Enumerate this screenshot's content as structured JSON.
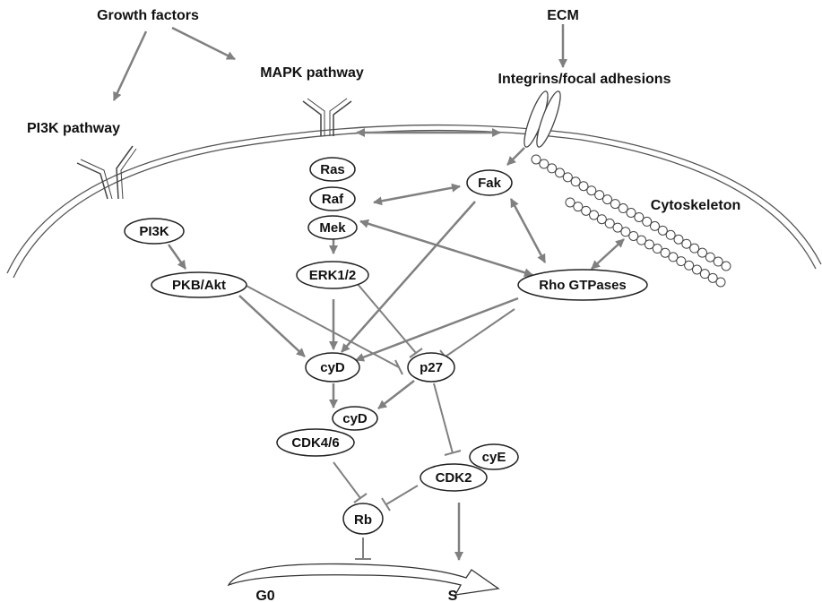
{
  "labels": {
    "growth_factors": "Growth factors",
    "ecm": "ECM",
    "mapk_pathway": "MAPK pathway",
    "integrins": "Integrins/focal adhesions",
    "pi3k_pathway": "PI3K pathway",
    "cytoskeleton": "Cytoskeleton",
    "g0": "G0",
    "s": "S"
  },
  "nodes": {
    "ras": "Ras",
    "raf": "Raf",
    "mek": "Mek",
    "erk": "ERK1/2",
    "fak": "Fak",
    "pi3k": "PI3K",
    "pkb": "PKB/Akt",
    "rho": "Rho GTPases",
    "cyd1": "cyD",
    "p27": "p27",
    "cyd2": "cyD",
    "cdk46": "CDK4/6",
    "cye": "cyE",
    "cdk2": "CDK2",
    "rb": "Rb"
  },
  "colors": {
    "arrow": "#808080",
    "outline": "#222222",
    "background": "#ffffff"
  }
}
